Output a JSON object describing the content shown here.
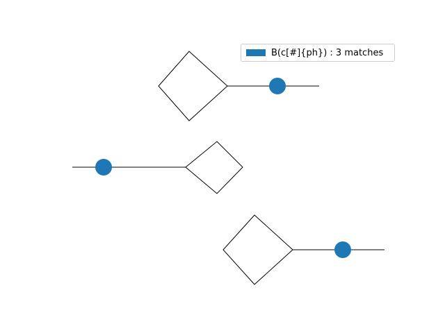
{
  "legend": {
    "label": "B(c[#]{ph}) : 3 matches",
    "color": "#1f77b4"
  },
  "style": {
    "line_color": "#000000",
    "match_color": "#1f77b4"
  },
  "diagram": {
    "match_count": 3,
    "fragments": [
      {
        "id": "fragment-1",
        "ring": "diamond",
        "highlighted_atom": "circle"
      },
      {
        "id": "fragment-2",
        "ring": "diamond",
        "highlighted_atom": "circle"
      },
      {
        "id": "fragment-3",
        "ring": "diamond",
        "highlighted_atom": "circle"
      }
    ]
  }
}
